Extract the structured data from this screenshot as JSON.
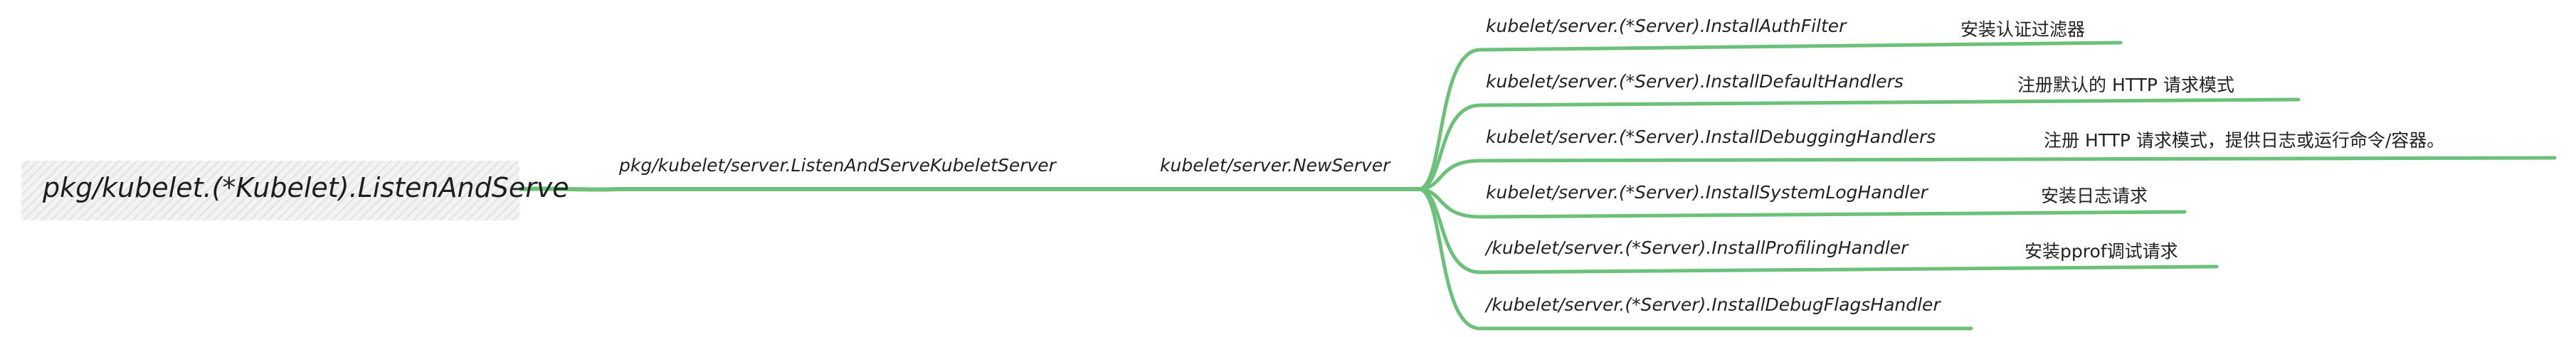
{
  "colors": {
    "branch": "#6cc07a",
    "text": "#222222",
    "root_bg": "#eeeeee"
  },
  "root": {
    "label": "pkg/kubelet.(*Kubelet).ListenAndServe"
  },
  "level1": {
    "label": "pkg/kubelet/server.ListenAndServeKubeletServer"
  },
  "level2": {
    "label": "kubelet/server.NewServer"
  },
  "children": [
    {
      "label": "kubelet/server.(*Server).InstallAuthFilter",
      "desc": "安装认证过滤器"
    },
    {
      "label": "kubelet/server.(*Server).InstallDefaultHandlers",
      "desc": "注册默认的 HTTP 请求模式"
    },
    {
      "label": "kubelet/server.(*Server).InstallDebuggingHandlers",
      "desc": "注册 HTTP 请求模式，提供日志或运行命令/容器。"
    },
    {
      "label": "kubelet/server.(*Server).InstallSystemLogHandler",
      "desc": "安装日志请求"
    },
    {
      "label": "/kubelet/server.(*Server).InstallProfilingHandler",
      "desc": "安装pprof调试请求"
    },
    {
      "label": "/kubelet/server.(*Server).InstallDebugFlagsHandler",
      "desc": ""
    }
  ]
}
